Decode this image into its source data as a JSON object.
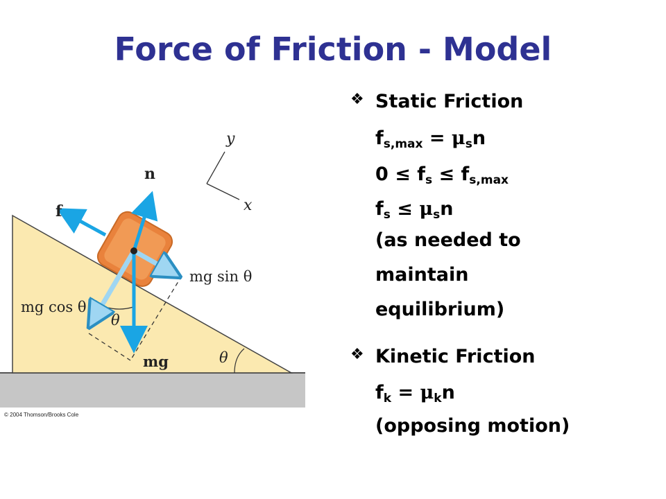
{
  "title": "Force of Friction - Model",
  "copyright": "© 2004 Thomson/Brooks Cole",
  "diagram": {
    "labels": {
      "y": "y",
      "x": "x",
      "n": "n",
      "f": "f",
      "mg_sin": "mg sin θ",
      "mg_cos": "mg cos θ",
      "theta1": "θ",
      "theta2": "θ",
      "mg": "mg"
    },
    "colors": {
      "ramp": "#fbe9b0",
      "ground": "#c6c6c6",
      "block": "#e9823c",
      "arrow_dark": "#1aa5e4",
      "arrow_light": "#9fd6f2"
    }
  },
  "static": {
    "heading": "Static Friction",
    "l1": {
      "f": "f",
      "sub": "s,max",
      "eq": " = ",
      "mu": "μ",
      "musub": "s",
      "n": "n"
    },
    "l2": {
      "zero": "0 ",
      "le1": "≤",
      "f": " f",
      "sub": "s",
      "le2": " ≤ ",
      "f2": " f",
      "sub2": "s,max"
    },
    "l3": {
      "f": "f",
      "sub": "s",
      "le": " ≤ ",
      "mu": "μ",
      "musub": "s",
      "n": "n"
    },
    "l4": "(as needed to",
    "l5": "maintain",
    "l6": "equilibrium)"
  },
  "kinetic": {
    "heading": "Kinetic Friction",
    "l1": {
      "f": "f",
      "sub": "k",
      "eq": " = ",
      "mu": "μ",
      "musub": "k",
      "n": "n"
    },
    "l2": "(opposing motion)"
  }
}
